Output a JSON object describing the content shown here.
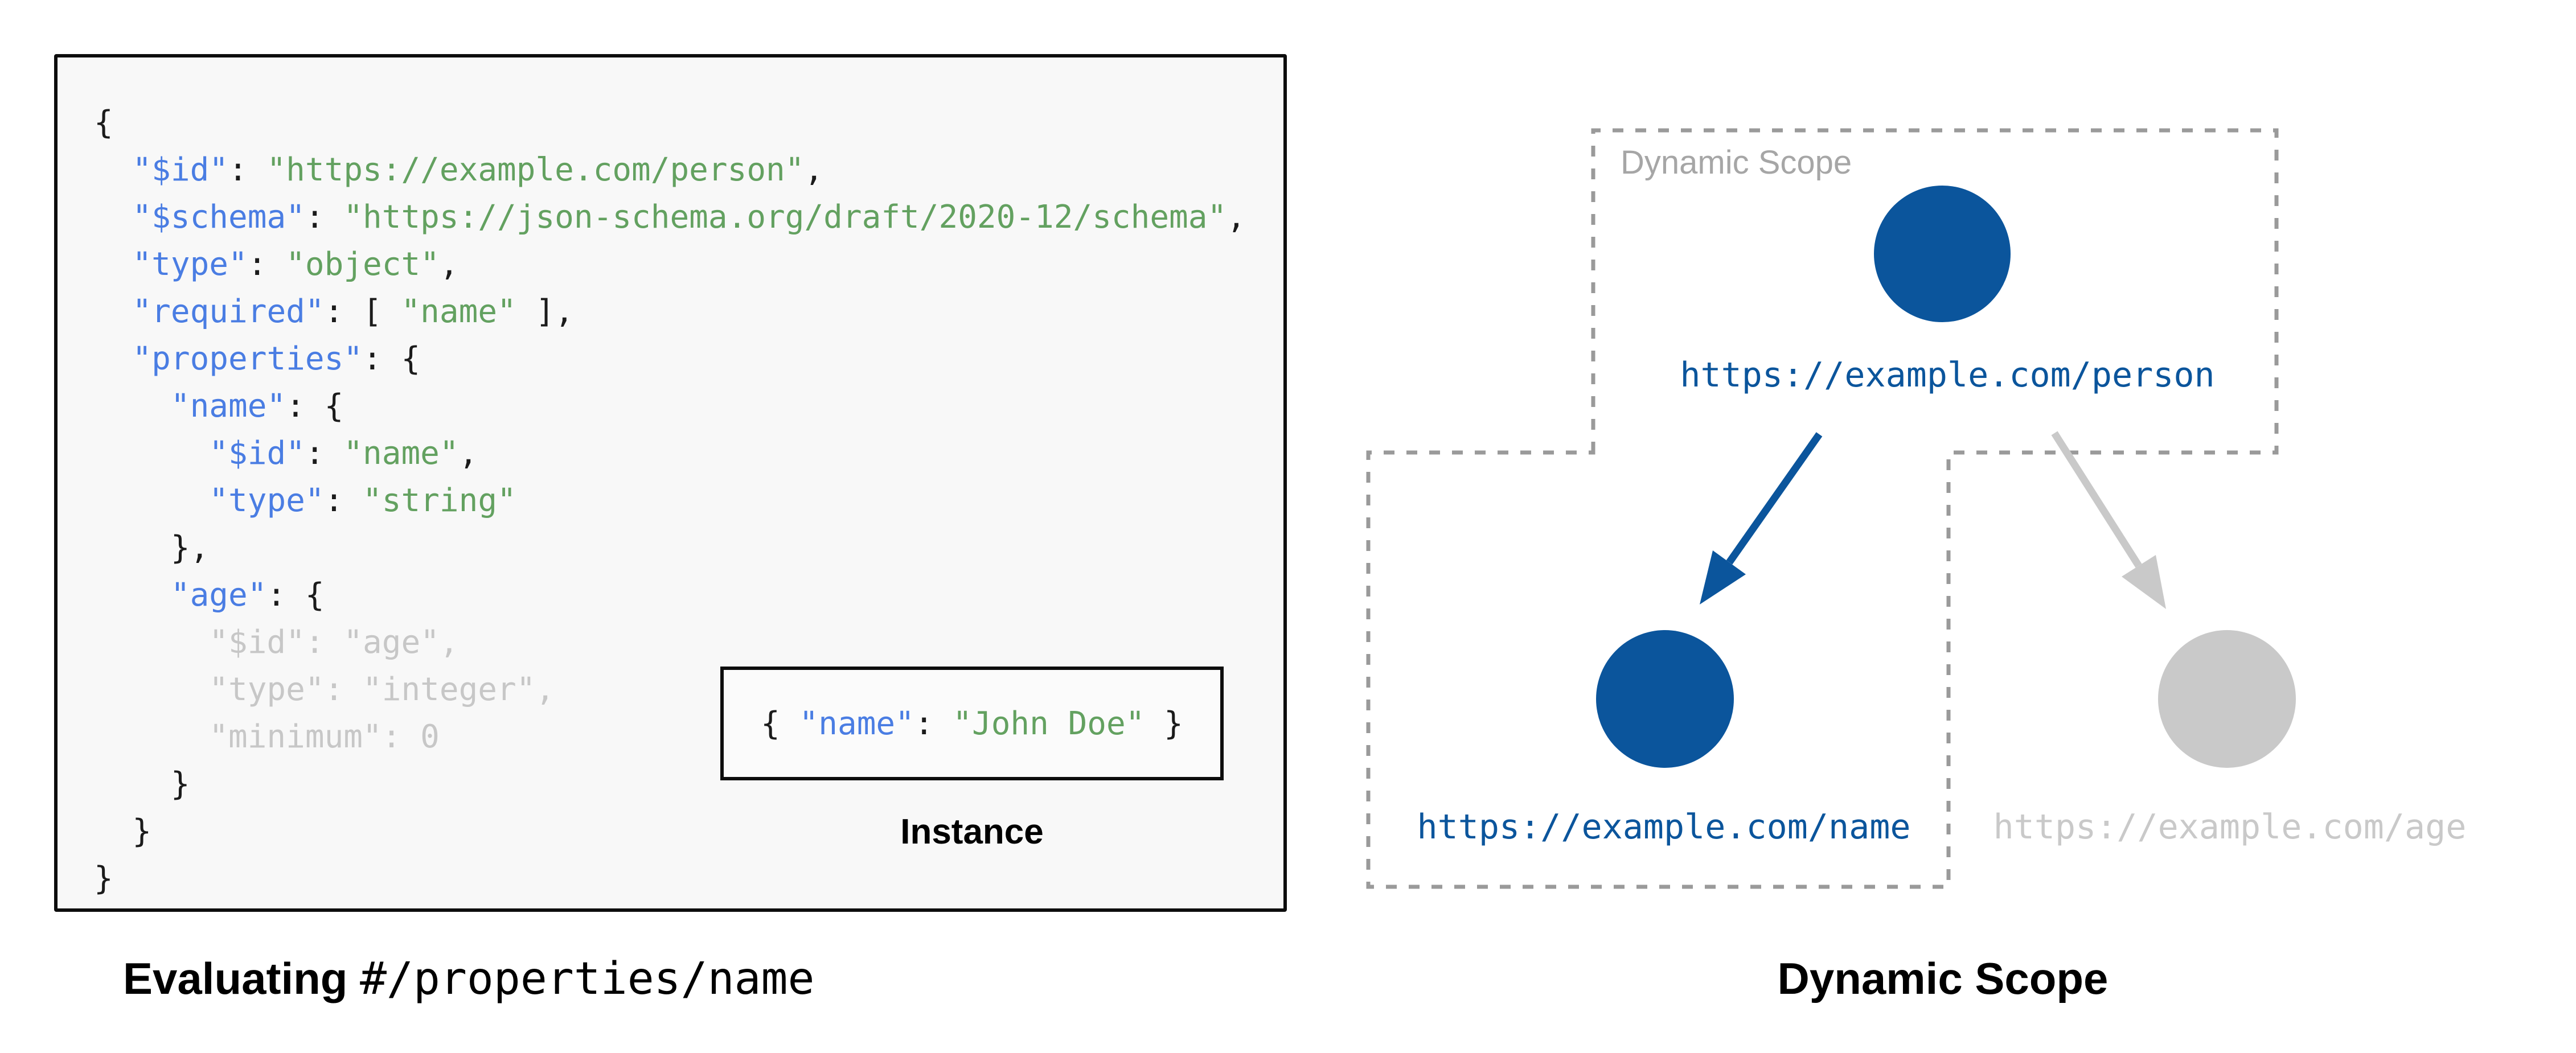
{
  "colors": {
    "key_blue": "#4a7de3",
    "string_green": "#63a160",
    "punct_black": "#1b1b1b",
    "dim_gray": "#c7c7c7",
    "node_blue": "#0b559c",
    "inactive_gray": "#c9c9c9",
    "scope_border_gray": "#9a9a9a",
    "scope_label_gray": "#a6a6a6",
    "code_box_bg": "#f8f8f8",
    "instance_box_bg": "#fbfbfb",
    "box_border_black": "#0d0d0d",
    "page_bg": "#ffffff"
  },
  "schema_panel": {
    "code_lines": [
      [
        {
          "t": "{",
          "c": "p"
        }
      ],
      [
        {
          "t": "  ",
          "c": "p"
        },
        {
          "t": "\"$id\"",
          "c": "k"
        },
        {
          "t": ": ",
          "c": "p"
        },
        {
          "t": "\"https://example.com/person\"",
          "c": "s"
        },
        {
          "t": ",",
          "c": "p"
        }
      ],
      [
        {
          "t": "  ",
          "c": "p"
        },
        {
          "t": "\"$schema\"",
          "c": "k"
        },
        {
          "t": ": ",
          "c": "p"
        },
        {
          "t": "\"https://json-schema.org/draft/2020-12/schema\"",
          "c": "s"
        },
        {
          "t": ",",
          "c": "p"
        }
      ],
      [
        {
          "t": "  ",
          "c": "p"
        },
        {
          "t": "\"type\"",
          "c": "k"
        },
        {
          "t": ": ",
          "c": "p"
        },
        {
          "t": "\"object\"",
          "c": "s"
        },
        {
          "t": ",",
          "c": "p"
        }
      ],
      [
        {
          "t": "  ",
          "c": "p"
        },
        {
          "t": "\"required\"",
          "c": "k"
        },
        {
          "t": ": [ ",
          "c": "p"
        },
        {
          "t": "\"name\"",
          "c": "s"
        },
        {
          "t": " ],",
          "c": "p"
        }
      ],
      [
        {
          "t": "  ",
          "c": "p"
        },
        {
          "t": "\"properties\"",
          "c": "k"
        },
        {
          "t": ": {",
          "c": "p"
        }
      ],
      [
        {
          "t": "    ",
          "c": "p"
        },
        {
          "t": "\"name\"",
          "c": "k"
        },
        {
          "t": ": {",
          "c": "p"
        }
      ],
      [
        {
          "t": "      ",
          "c": "p"
        },
        {
          "t": "\"$id\"",
          "c": "k"
        },
        {
          "t": ": ",
          "c": "p"
        },
        {
          "t": "\"name\"",
          "c": "s"
        },
        {
          "t": ",",
          "c": "p"
        }
      ],
      [
        {
          "t": "      ",
          "c": "p"
        },
        {
          "t": "\"type\"",
          "c": "k"
        },
        {
          "t": ": ",
          "c": "p"
        },
        {
          "t": "\"string\"",
          "c": "s"
        }
      ],
      [
        {
          "t": "    },",
          "c": "p"
        }
      ],
      [
        {
          "t": "    ",
          "c": "p"
        },
        {
          "t": "\"age\"",
          "c": "k"
        },
        {
          "t": ": {",
          "c": "p"
        }
      ],
      [
        {
          "t": "      \"$id\": \"age\",",
          "c": "d"
        }
      ],
      [
        {
          "t": "      \"type\": \"integer\",",
          "c": "d"
        }
      ],
      [
        {
          "t": "      \"minimum\": 0",
          "c": "d"
        }
      ],
      [
        {
          "t": "    }",
          "c": "p"
        }
      ],
      [
        {
          "t": "  }",
          "c": "p"
        }
      ],
      [
        {
          "t": "}",
          "c": "p"
        }
      ]
    ],
    "instance": {
      "segments": [
        {
          "t": "{ ",
          "c": "p"
        },
        {
          "t": "\"name\"",
          "c": "k"
        },
        {
          "t": ": ",
          "c": "p"
        },
        {
          "t": "\"John Doe\"",
          "c": "s"
        },
        {
          "t": " }",
          "c": "p"
        }
      ],
      "label": "Instance"
    },
    "caption_bold": "Evaluating",
    "caption_separator": " ",
    "caption_mono": "#/properties/name"
  },
  "scope_panel": {
    "region_label": "Dynamic Scope",
    "caption": "Dynamic Scope",
    "nodes": {
      "person": {
        "url": "https://example.com/person",
        "state": "active"
      },
      "name": {
        "url": "https://example.com/name",
        "state": "active"
      },
      "age": {
        "url": "https://example.com/age",
        "state": "inactive"
      }
    }
  }
}
